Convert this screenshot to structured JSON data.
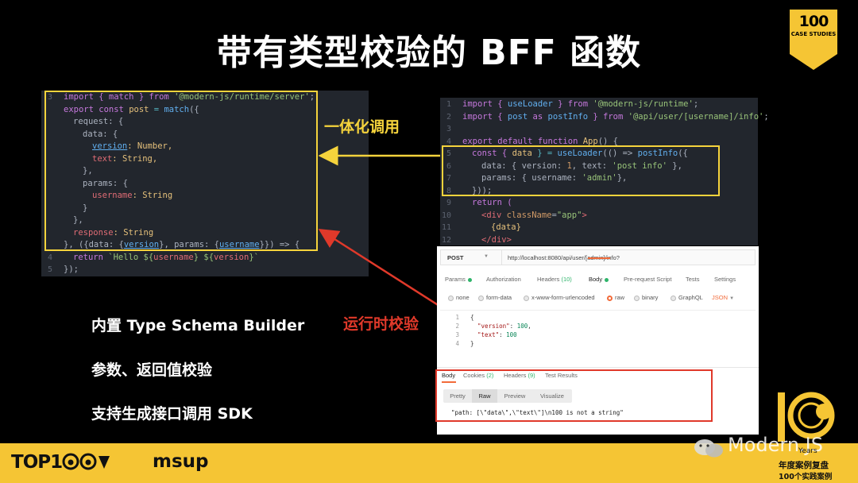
{
  "title": "带有类型校验的 BFF 函数",
  "badge": {
    "line1": "100",
    "line2": "CASE STUDIES"
  },
  "annotations": {
    "integrated_call": "一体化调用",
    "runtime_validation": "运行时校验"
  },
  "bullets": [
    "内置 Type Schema Builder",
    "参数、返回值校验",
    "支持生成接口调用 SDK"
  ],
  "left_code": {
    "line_numbers": [
      "3",
      "",
      "",
      "",
      "",
      "",
      "",
      "",
      "",
      "",
      "",
      "",
      "",
      "4",
      "5"
    ],
    "l1a": "import { match } from ",
    "l1b": "'@modern-js/runtime/server'",
    "l1c": ";",
    "l2a": "export const ",
    "l2b": "post",
    "l2c": " = ",
    "l2d": "match",
    "l2e": "({",
    "l3": "request: {",
    "l4": "data: {",
    "l5a": "version",
    "l5b": ": Number,",
    "l6a": "text",
    "l6b": ": String,",
    "l7": "},",
    "l8": "params: {",
    "l9a": "username",
    "l9b": ": String",
    "l10": "}",
    "l11": "},",
    "l12a": "response",
    "l12b": ": String",
    "l13a": "}, ({data: {",
    "l13b": "version",
    "l13c": "}, params: {",
    "l13d": "username",
    "l13e": "}}) => {",
    "l14a": "return ",
    "l14b": "`Hello ${",
    "l14c": "username",
    "l14d": "} ${",
    "l14e": "version",
    "l14f": "}`",
    "l15": "});"
  },
  "right_code": {
    "line_numbers": [
      "1",
      "2",
      "3",
      "4",
      "5",
      "6",
      "7",
      "8",
      "9",
      "10",
      "11",
      "12"
    ],
    "r1a": "import { ",
    "r1b": "useLoader",
    "r1c": " } from ",
    "r1d": "'@modern-js/runtime'",
    "r1e": ";",
    "r2a": "import { ",
    "r2b": "post",
    "r2c": " as ",
    "r2d": "postInfo",
    "r2e": " } from ",
    "r2f": "'@api/user/[username]/info'",
    "r2g": ";",
    "r4a": "export default function ",
    "r4b": "App",
    "r4c": "() {",
    "r5a": "const { ",
    "r5b": "data",
    "r5c": " } = ",
    "r5d": "useLoader",
    "r5e": "(() => ",
    "r5f": "postInfo",
    "r5g": "({",
    "r6a": "data: { version: ",
    "r6b": "1",
    "r6c": ", text: ",
    "r6d": "'post info'",
    "r6e": " },",
    "r7a": "params: { username: ",
    "r7b": "'admin'",
    "r7c": "},",
    "r8": "}));",
    "r9": "return (",
    "r10a": "<div ",
    "r10b": "className",
    "r10c": "=",
    "r10d": "\"app\"",
    "r10e": ">",
    "r11": "{data}",
    "r12": "</div>"
  },
  "postman": {
    "method": "POST",
    "url": "http://localhost:8080/api/user/[admin]/info?",
    "tabs": {
      "params": "Params",
      "authorization": "Authorization",
      "headers": "Headers",
      "headers_count": "(10)",
      "body": "Body",
      "prerequest": "Pre-request Script",
      "tests": "Tests",
      "settings": "Settings"
    },
    "body_types": {
      "none": "none",
      "form_data": "form-data",
      "urlencoded": "x-www-form-urlencoded",
      "raw": "raw",
      "binary": "binary",
      "graphql": "GraphQL",
      "json": "JSON"
    },
    "editor": {
      "ln1": "1",
      "t1": "{",
      "ln2": "2",
      "k2": "\"version\"",
      "v2": ": ",
      "n2": "100",
      "e2": ",",
      "ln3": "3",
      "k3": "\"text\"",
      "v3": ": ",
      "n3": "100",
      "ln4": "4",
      "t4": "}"
    },
    "response_tabs": {
      "body": "Body",
      "cookies": "Cookies",
      "cookies_count": "(2)",
      "headers": "Headers",
      "headers_count": "(9)",
      "test_results": "Test Results"
    },
    "formats": {
      "pretty": "Pretty",
      "raw": "Raw",
      "preview": "Preview",
      "visualize": "Visualize"
    },
    "result": "\"path: [\\\"data\\\",\\\"text\\\"]\\n100 is not a string\""
  },
  "footer": {
    "top100": "TOP1",
    "msup": "msup",
    "watermark": "Modern.JS",
    "ten_years_label": "Years",
    "sub1": "年度案例复盘",
    "sub2": "100个实践案例"
  },
  "colors": {
    "highlight_yellow": "#f5d33c",
    "validation_red": "#e0392a",
    "footer_yellow": "#f5c534",
    "postman_orange": "#f26b3a"
  }
}
